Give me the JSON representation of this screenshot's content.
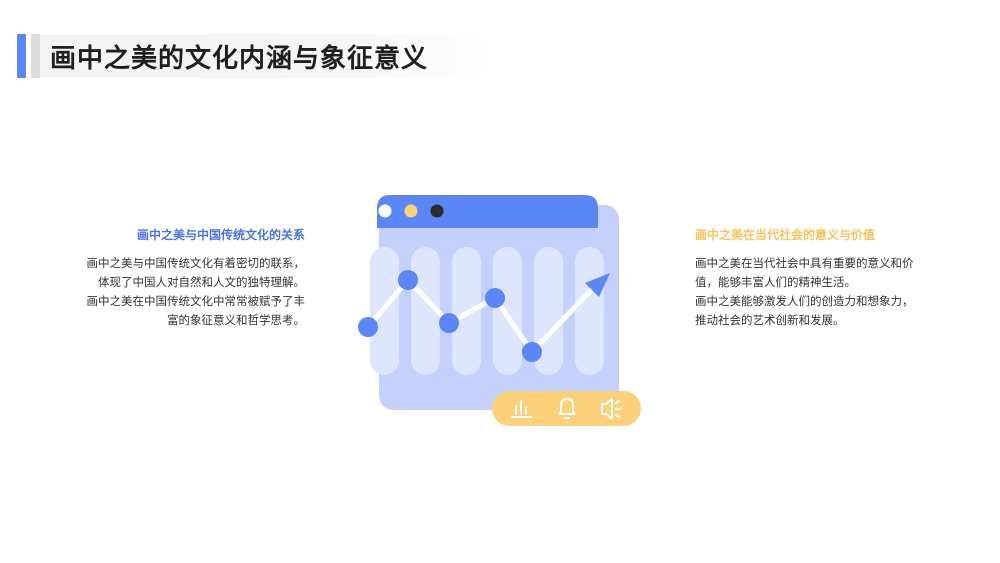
{
  "title": "画中之美的文化内涵与象征意义",
  "colors": {
    "accent": "#5b86f5",
    "yellow": "#fdd07a",
    "light_blue": "#c3d1fb",
    "dark_heading_blue": "#4a73ea",
    "heading_yellow": "#fac35c"
  },
  "left": {
    "heading": "画中之美与中国传统文化的关系",
    "lines": [
      "画中之美与中国传统文化有着密切的联系，",
      "体现了中国人对自然和人文的独特理解。",
      "画中之美在中国传统文化中常常被赋予了丰",
      "富的象征意义和哲学思考。"
    ]
  },
  "right": {
    "heading": "画中之美在当代社会的意义与价值",
    "lines": [
      "画中之美在当代社会中具有重要的意义和价",
      "值，能够丰富人们的精神生活。",
      "画中之美能够激发人们的创造力和想象力，",
      "推动社会的艺术创新和发展。"
    ]
  },
  "illustration": {
    "icons": [
      "bar-chart-icon",
      "bell-icon",
      "speaker-icon"
    ],
    "window_dots": [
      "#ffffff",
      "#fdd07a",
      "#2b2b2b"
    ]
  }
}
